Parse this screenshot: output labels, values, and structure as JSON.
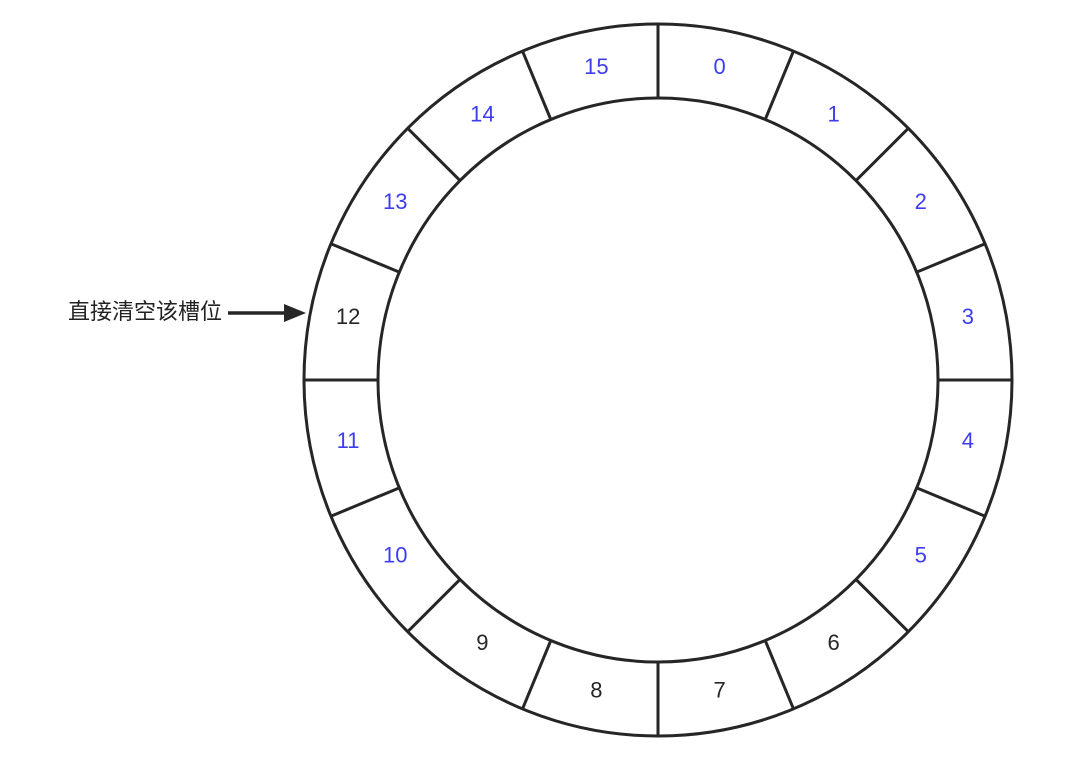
{
  "annotation": {
    "text": "直接清空该槽位",
    "target_slot": "12"
  },
  "colors": {
    "active": "#3d3df0",
    "inactive": "#262626",
    "stroke": "#262626"
  },
  "wheel": {
    "slot_count": 16,
    "slots": [
      {
        "label": "0",
        "state": "active"
      },
      {
        "label": "1",
        "state": "active"
      },
      {
        "label": "2",
        "state": "active"
      },
      {
        "label": "3",
        "state": "active"
      },
      {
        "label": "4",
        "state": "active"
      },
      {
        "label": "5",
        "state": "active"
      },
      {
        "label": "6",
        "state": "inactive"
      },
      {
        "label": "7",
        "state": "inactive"
      },
      {
        "label": "8",
        "state": "inactive"
      },
      {
        "label": "9",
        "state": "inactive"
      },
      {
        "label": "10",
        "state": "active"
      },
      {
        "label": "11",
        "state": "active"
      },
      {
        "label": "12",
        "state": "inactive"
      },
      {
        "label": "13",
        "state": "active"
      },
      {
        "label": "14",
        "state": "active"
      },
      {
        "label": "15",
        "state": "active"
      }
    ]
  }
}
